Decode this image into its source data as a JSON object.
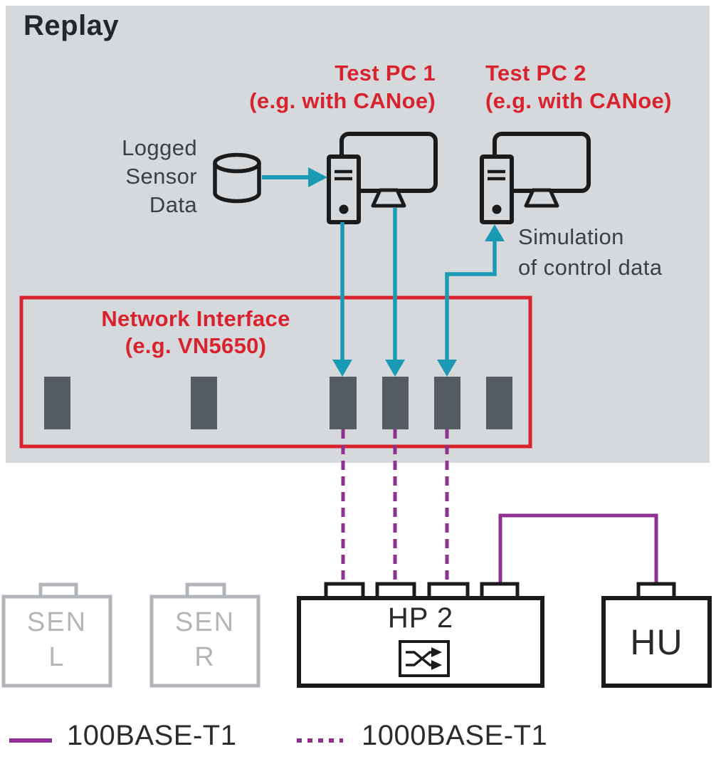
{
  "panel": {
    "title": "Replay"
  },
  "labels": {
    "test_pc_1": {
      "line1": "Test PC 1",
      "line2": "(e.g. with CANoe)"
    },
    "test_pc_2": {
      "line1": "Test PC 2",
      "line2": "(e.g. with CANoe)"
    },
    "logged_sensor_data": {
      "line1": "Logged",
      "line2": "Sensor",
      "line3": "Data"
    },
    "simulation": {
      "line1": "Simulation",
      "line2": "of control data"
    },
    "network_interface": {
      "line1": "Network Interface",
      "line2": "(e.g. VN5650)"
    }
  },
  "devices": {
    "sen_l": {
      "line1": "SEN",
      "line2": "L"
    },
    "sen_r": {
      "line1": "SEN",
      "line2": "R"
    },
    "hp2": {
      "label": "HP 2"
    },
    "hu": {
      "label": "HU"
    }
  },
  "legend": {
    "solid_label": "100BASE-T1",
    "dashed_label": "1000BASE-T1"
  },
  "icons": {
    "database": "database-icon",
    "computer_1": "computer-icon",
    "computer_2": "computer-icon",
    "switch": "ethernet-switch-icon"
  },
  "colors": {
    "panel_gray": "#d5d9dc",
    "accent_red": "#d8232f",
    "arrow_teal": "#1a9ab5",
    "link_purple": "#8e3190",
    "port_gray": "#555c63",
    "outline_black": "#1b1b1b",
    "text_dark": "#3a4047",
    "sen_gray": "#b2b6ba"
  }
}
